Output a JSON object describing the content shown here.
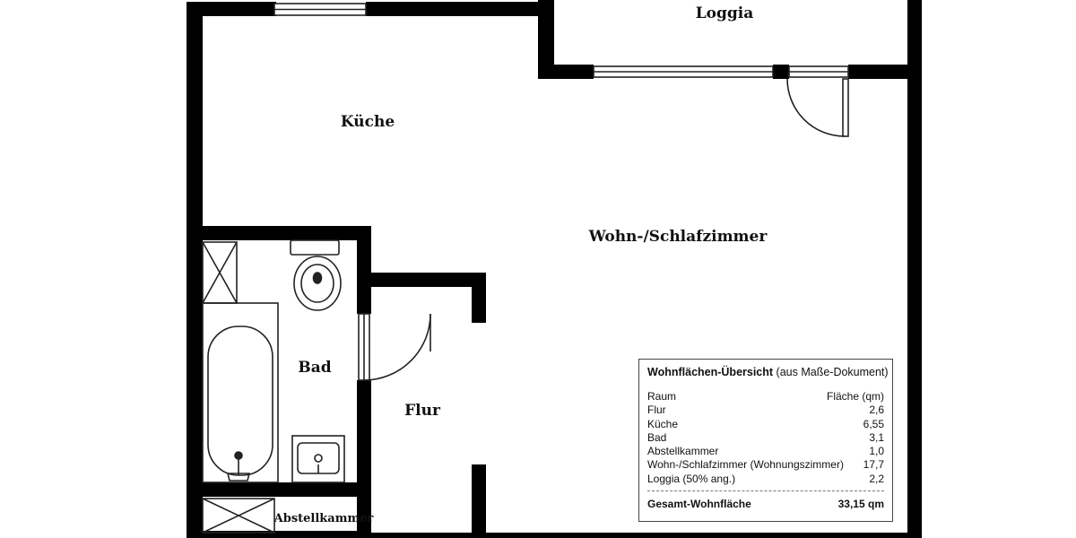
{
  "rooms": {
    "loggia": "Loggia",
    "kueche": "Küche",
    "wohn": "Wohn-/Schlafzimmer",
    "bad": "Bad",
    "flur": "Flur",
    "abstell": "Abstellkammer"
  },
  "summary": {
    "title_bold": "Wohnflächen-Übersicht",
    "title_note": " (aus Maße-Dokument)",
    "header_room": "Raum",
    "header_area": "Fläche (qm)",
    "rows": [
      {
        "room": "Flur",
        "area": "2,6"
      },
      {
        "room": "Küche",
        "area": "6,55"
      },
      {
        "room": "Bad",
        "area": "3,1"
      },
      {
        "room": "Abstellkammer",
        "area": "1,0"
      },
      {
        "room": "Wohn-/Schlafzimmer (Wohnungszimmer)",
        "area": "17,7"
      },
      {
        "room": "Loggia (50% ang.)",
        "area": "2,2"
      }
    ],
    "total_label": "Gesamt-Wohnfläche",
    "total_value": "33,15 qm"
  }
}
